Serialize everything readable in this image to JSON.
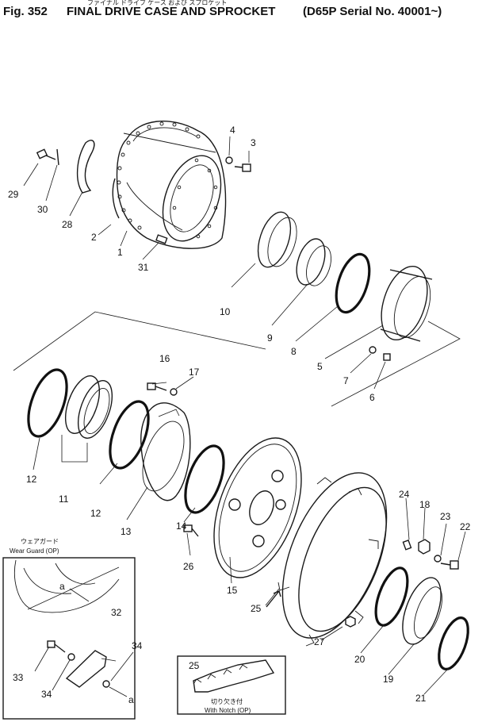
{
  "figure": {
    "title_top_fragment": "ファイナル ドライブ ケース および スプロケット",
    "fig_number": "Fig. 352",
    "title": "FINAL DRIVE CASE AND SPROCKET",
    "serial_note": "(D65P Serial No. 40001~)"
  },
  "callouts": {
    "c1": "1",
    "c2": "2",
    "c3": "3",
    "c4": "4",
    "c5": "5",
    "c6": "6",
    "c7": "7",
    "c8": "8",
    "c9": "9",
    "c10": "10",
    "c11": "11",
    "c12a": "12",
    "c12b": "12",
    "c13": "13",
    "c14": "14",
    "c15": "15",
    "c16": "16",
    "c17": "17",
    "c18": "18",
    "c19": "19",
    "c20": "20",
    "c21": "21",
    "c22": "22",
    "c23": "23",
    "c24": "24",
    "c25": "25",
    "c26": "26",
    "c27": "27",
    "c28": "28",
    "c29": "29",
    "c30": "30",
    "c31": "31",
    "c32": "32",
    "c33": "33",
    "c34a": "34",
    "c34b": "34"
  },
  "wear_guard": {
    "label_jp": "ウェアガード",
    "label_en": "Wear Guard (OP)",
    "ref_a1": "a",
    "ref_a2": "a"
  },
  "with_notch": {
    "label_jp": "切り欠き付",
    "label_en": "With Notch (OP)",
    "callout": "25"
  }
}
